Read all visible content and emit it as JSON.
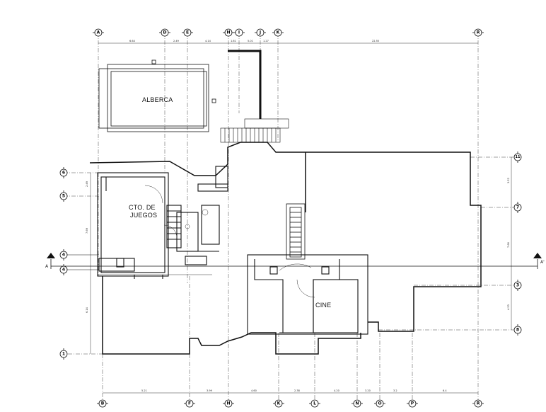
{
  "rooms": {
    "alberca": "ALBERCA",
    "juegos_line1": "CTO. DE",
    "juegos_line2": "JUEGOS",
    "cine": "CINE"
  },
  "section_marker": {
    "left": "A",
    "right": "A'"
  },
  "grid_axes": {
    "top": [
      "A",
      "D",
      "E",
      "H",
      "I",
      "J",
      "K",
      "R"
    ],
    "bottom": [
      "B",
      "F",
      "H",
      "K",
      "L",
      "N",
      "O",
      "P",
      "R"
    ],
    "left": [
      "6",
      "5",
      "4",
      "4",
      "1"
    ],
    "right": [
      "11",
      "7",
      "3",
      "8"
    ]
  },
  "dimensions": {
    "top": [
      "6.64",
      "2.49",
      "4.14",
      "1.61",
      "5.01",
      "1.27",
      "22.55"
    ],
    "bottom": [
      "5.21",
      "3.99",
      "4.60",
      "2.38",
      "4.20",
      "3.20",
      "3.2",
      "6.4"
    ],
    "left": [
      "2.49",
      "7.69",
      "6.14"
    ],
    "right": [
      "3.52",
      "7.66",
      "4.53"
    ]
  }
}
